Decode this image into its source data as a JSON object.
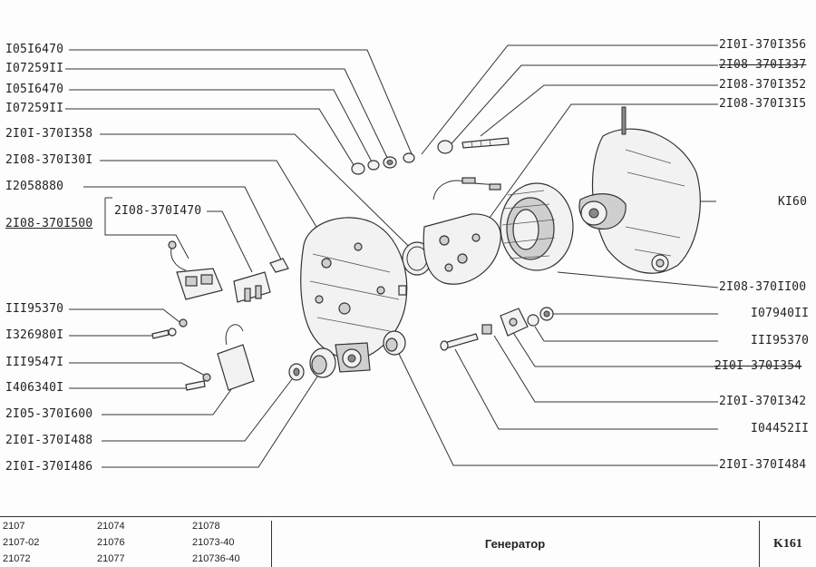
{
  "diagram": {
    "left_labels": [
      "I05I6470",
      "I07259II",
      "I05I6470",
      "I07259II",
      "2I0I-370I358",
      "2I08-370I30I",
      "I2058880",
      "2I08-370I500",
      "2I08-370I470",
      "III95370",
      "I326980I",
      "III9547I",
      "I406340I",
      "2I05-370I600",
      "2I0I-370I488",
      "2I0I-370I486"
    ],
    "right_labels": [
      "2I0I-370I356",
      "2I08-370I337",
      "2I08-370I352",
      "2I08-370I3I5",
      "KI60",
      "2I08-370II00",
      "I07940II",
      "III95370",
      "2I0I-370I354",
      "2I0I-370I342",
      "I04452II",
      "2I0I-370I484"
    ]
  },
  "footer": {
    "models": [
      [
        "2107",
        "21074",
        "21078"
      ],
      [
        "2107-02",
        "21076",
        "21073-40"
      ],
      [
        "21072",
        "21077",
        "210736-40"
      ]
    ],
    "title": "Генератор",
    "code": "K161"
  }
}
